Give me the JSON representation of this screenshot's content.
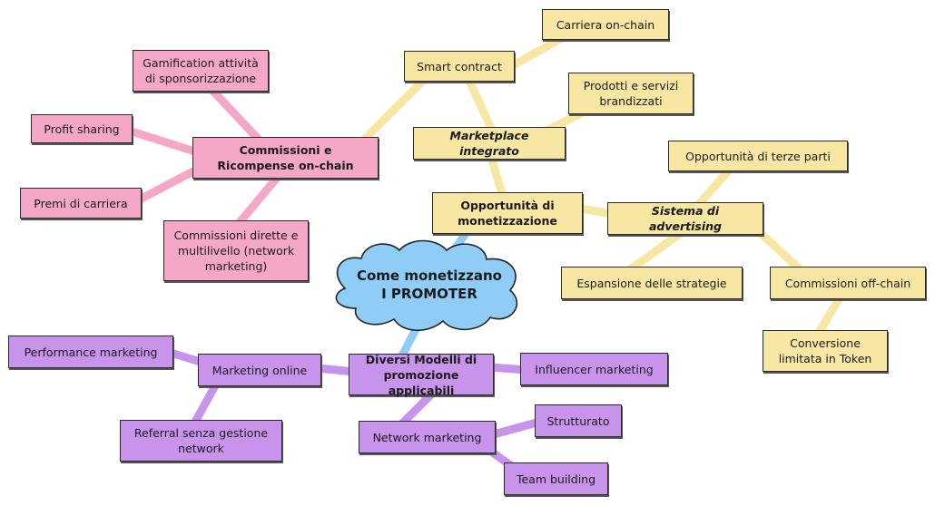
{
  "root": {
    "line1": "Come monetizzano",
    "line2": "I PROMOTER",
    "color": "#8fcdf7"
  },
  "colors": {
    "pink": "#f4a7c6",
    "yellow": "#f7e7a3",
    "purple": "#c893ea",
    "blue": "#8fcdf7"
  },
  "branches": {
    "commissioni": {
      "label": "Commissioni e Ricompense on-chain",
      "children": [
        "Gamification attività di sponsorizzazione",
        "Profit sharing",
        "Premi di carriera",
        "Commissioni dirette e multilivello (network marketing)"
      ]
    },
    "opportunita": {
      "label": "Opportunità di monetizzazione",
      "marketplace": {
        "label": "Marketplace integrato",
        "children": [
          "Smart contract",
          "Prodotti e servizi brandizzati"
        ]
      },
      "smart_contract_child": "Carriera on-chain",
      "advertising": {
        "label": "Sistema di advertising",
        "children": [
          "Opportunità di terze parti",
          "Espansione delle strategie",
          "Commissioni off-chain"
        ]
      },
      "offchain_child": "Conversione limitata in Token"
    },
    "modelli": {
      "label": "Diversi Modelli di promozione applicabili",
      "marketing_online": {
        "label": "Marketing online",
        "children": [
          "Performance marketing",
          "Referral senza gestione network"
        ]
      },
      "influencer": "Influencer marketing",
      "network": {
        "label": "Network marketing",
        "children": [
          "Strutturato",
          "Team building"
        ]
      }
    }
  }
}
